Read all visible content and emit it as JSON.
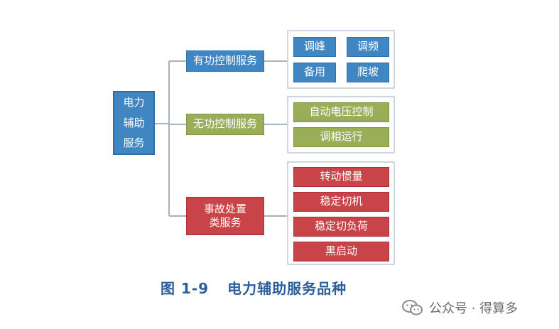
{
  "diagram": {
    "root": "电力\n辅助\n服务",
    "branches": [
      {
        "label": "有功控制服务",
        "color": "blue",
        "items": [
          "调峰",
          "调频",
          "备用",
          "爬坡"
        ]
      },
      {
        "label": "无功控制服务",
        "color": "green",
        "items": [
          "自动电压控制",
          "调相运行"
        ]
      },
      {
        "label": "事故处置\n类服务",
        "color": "red",
        "items": [
          "转动惯量",
          "稳定切机",
          "稳定切负荷",
          "黑启动"
        ]
      }
    ]
  },
  "caption": {
    "figure_number": "图 1-9",
    "title": "电力辅助服务品种"
  },
  "watermark": {
    "text": "公众号 · 得算多",
    "icon": "wechat-icon"
  },
  "colors": {
    "blue": "#3f86c2",
    "green": "#9aae5a",
    "red": "#c94448",
    "connector": "#a9b3bd",
    "group_border": "#cfd6df",
    "caption": "#2b5f9a"
  }
}
